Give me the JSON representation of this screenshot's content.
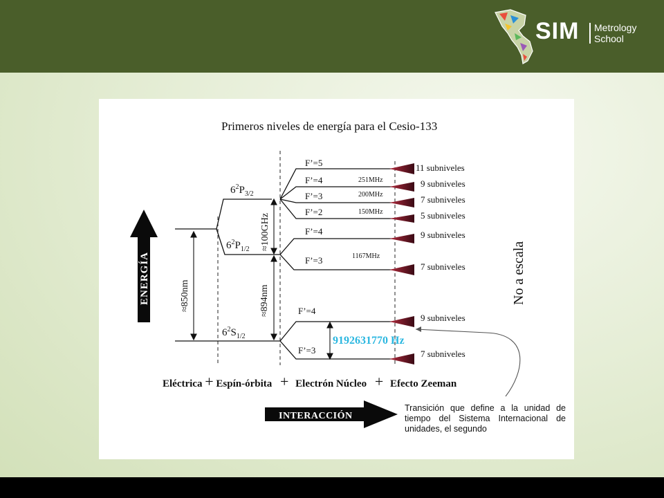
{
  "brand": {
    "name": "SIM",
    "sub_line1": "Metrology",
    "sub_line2": "School"
  },
  "diagram": {
    "title": "Primeros niveles de energía para el Cesio-133",
    "energy_axis_label": "ENERGÍA",
    "levels": {
      "p32": {
        "base": "6",
        "sup": "2",
        "letter": "P",
        "sub": "3/2"
      },
      "p12": {
        "base": "6",
        "sup": "2",
        "letter": "P",
        "sub": "1/2"
      },
      "s12": {
        "base": "6",
        "sup": "2",
        "letter": "S",
        "sub": "1/2"
      }
    },
    "transitions": {
      "nm850": "≈850nm",
      "nm894": "≈894nm",
      "ghz100": "≈100GHz",
      "mhz251": "251MHz",
      "mhz200": "200MHz",
      "mhz150": "150MHz",
      "mhz1167": "1167MHz",
      "clock": "9192631770 Hz"
    },
    "sublevels": {
      "p32_f5": "F’=5",
      "p32_f4": "F’=4",
      "p32_f3": "F’=3",
      "p32_f2": "F’=2",
      "p12_f4": "F’=4",
      "p12_f3": "F’=3",
      "s12_f4": "F’=4",
      "s12_f3": "F’=3"
    },
    "zeeman": {
      "p32_f5": "11 subniveles",
      "p32_f4": "9 subniveles",
      "p32_f3": "7 subniveles",
      "p32_f2": "5 subniveles",
      "p12_f4": "9 subniveles",
      "p12_f3": "7 subniveles",
      "s12_f4": "9 subniveles",
      "s12_f3": "7 subniveles"
    },
    "scale_note": "No a escala",
    "interactions": {
      "electrica": "Eléctrica",
      "espin": "Espín-órbita",
      "nucleo": "Electrón Núcleo",
      "zeeman": "Efecto Zeeman",
      "plus": "+"
    },
    "interaction_arrow_label": "INTERACCIÓN",
    "note_text": "Transición que define a la unidad de tiempo del Sistema Internacional de unidades, el segundo"
  },
  "colors": {
    "header_bg": "#4a5e2a",
    "clock_text": "#2bb7e0",
    "zeeman_fan": "#6b1a2a",
    "ink": "#111111"
  }
}
